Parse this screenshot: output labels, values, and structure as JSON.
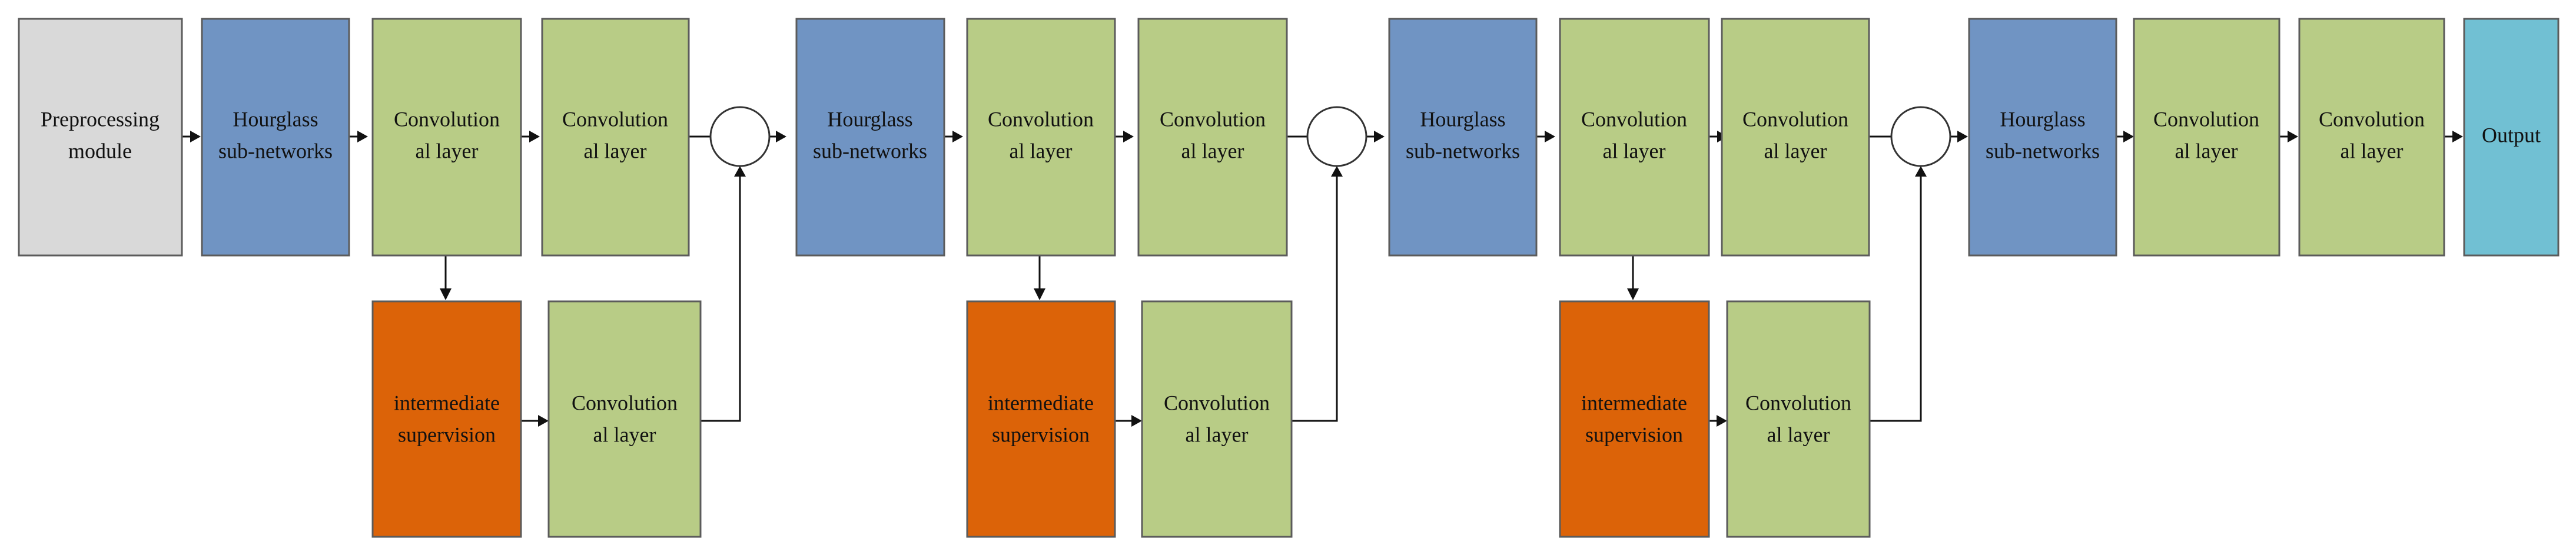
{
  "blocks": {
    "preprocessing": [
      "Preprocessing",
      "module"
    ],
    "hourglass": [
      "Hourglass",
      "sub-networks"
    ],
    "convolution": [
      "Convolution",
      "al layer"
    ],
    "supervision": [
      "intermediate",
      "supervision"
    ],
    "output": [
      "Output"
    ]
  },
  "colors": {
    "preprocessing": "#d9d9d9",
    "hourglass": "#7094c3",
    "convolution": "#b8cc86",
    "supervision": "#dc6308",
    "output": "#71c0d3"
  }
}
